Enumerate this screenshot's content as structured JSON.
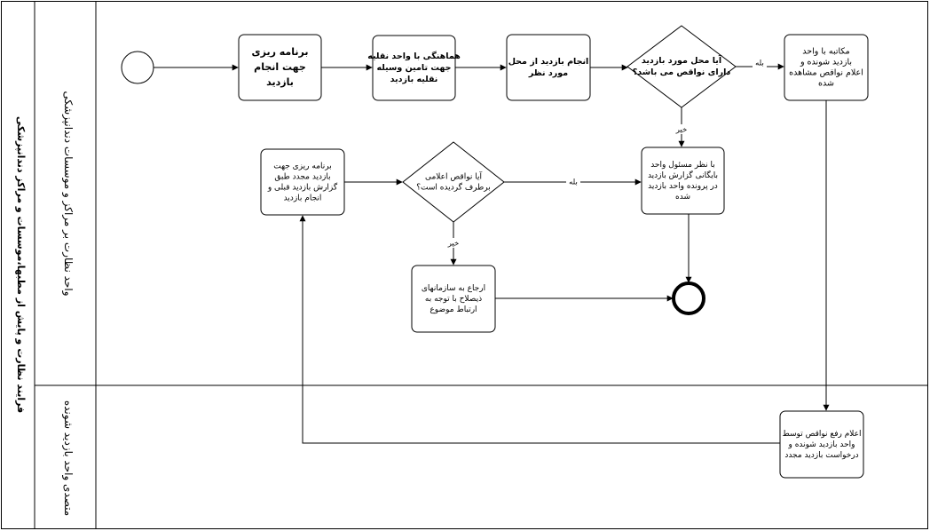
{
  "pool": {
    "title": "فرایند نظارت و پایش از مطبها،موسسات و مراکز دندانپزشکی"
  },
  "lanes": [
    {
      "id": "lane_top",
      "title": "واحد نظارت بر مراکز و موسسات دندانپزشکی"
    },
    {
      "id": "lane_bottom",
      "title": "متصدی واحد بازدید شونده"
    }
  ],
  "nodes": [
    {
      "id": "start",
      "kind": "start_event"
    },
    {
      "id": "t1",
      "kind": "task",
      "bold": true,
      "lines": [
        "برنامه ریزی",
        "جهت انجام",
        "بازدید"
      ]
    },
    {
      "id": "t2",
      "kind": "task",
      "bold": true,
      "lines": [
        "هماهنگی با واحد نقلیه",
        "جهت تامین وسیله",
        "نقلیه بازدید"
      ]
    },
    {
      "id": "t3",
      "kind": "task",
      "bold": true,
      "lines": [
        "انجام بازدید از محل",
        "مورد نظر"
      ]
    },
    {
      "id": "g1",
      "kind": "gateway",
      "bold": true,
      "lines": [
        "آیا محل مورد بازدید",
        "دارای نواقص می باشد؟"
      ]
    },
    {
      "id": "t4",
      "kind": "task",
      "bold": false,
      "lines": [
        "مکاتبه با واحد",
        "بازدید شونده و",
        "اعلام نواقص مشاهده",
        "شده"
      ]
    },
    {
      "id": "t5",
      "kind": "task",
      "bold": false,
      "lines": [
        "با نظر مسئول واحد",
        "بایگانی گزارش بازدید",
        "در پرونده واحد بازدید",
        "شده"
      ]
    },
    {
      "id": "g2",
      "kind": "gateway",
      "bold": false,
      "lines": [
        "آیا نواقص اعلامی",
        "برطرف گردیده است؟"
      ]
    },
    {
      "id": "t6",
      "kind": "task",
      "bold": false,
      "lines": [
        "برنامه ریزی جهت",
        "بازدید مجدد طبق",
        "گزارش بازدید قبلی و",
        "انجام بازدید"
      ]
    },
    {
      "id": "t7",
      "kind": "task",
      "bold": false,
      "lines": [
        "ارجاع به سازمانهای",
        "ذیصلاح با توجه به",
        "ارتباط موضوع"
      ]
    },
    {
      "id": "end",
      "kind": "end_event"
    },
    {
      "id": "t8",
      "kind": "task",
      "bold": false,
      "lines": [
        "اعلام رفع نواقص توسط",
        "واحد بازدید شونده و",
        "درخواست بازدید مجدد"
      ]
    }
  ],
  "edges": [
    {
      "from": "start",
      "to": "t1",
      "label": ""
    },
    {
      "from": "t1",
      "to": "t2",
      "label": ""
    },
    {
      "from": "t2",
      "to": "t3",
      "label": ""
    },
    {
      "from": "t3",
      "to": "g1",
      "label": ""
    },
    {
      "from": "g1",
      "to": "t4",
      "label": "بله"
    },
    {
      "from": "g1",
      "to": "t5",
      "label": "خیر"
    },
    {
      "from": "t5",
      "to": "end",
      "label": ""
    },
    {
      "from": "t4",
      "to": "t8",
      "label": ""
    },
    {
      "from": "t8",
      "to": "t6",
      "label": ""
    },
    {
      "from": "t6",
      "to": "g2",
      "label": ""
    },
    {
      "from": "g2",
      "to": "t5",
      "label": "بله"
    },
    {
      "from": "g2",
      "to": "t7",
      "label": "خیر"
    },
    {
      "from": "t7",
      "to": "end",
      "label": ""
    }
  ]
}
